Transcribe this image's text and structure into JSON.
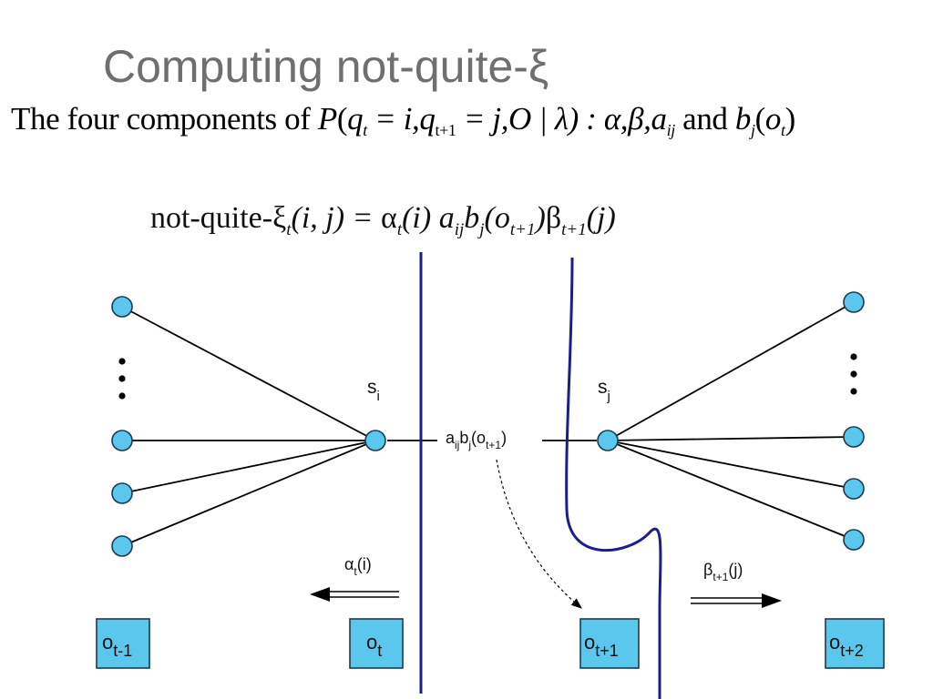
{
  "slide": {
    "title": "Computing not-quite-ξ",
    "subtitle": {
      "prefix": "The four components of ",
      "P": "P",
      "q": "q",
      "t": "t",
      "eq_i": " = i,",
      "t1": "t+1",
      "eq_j": " = j,O | λ) :  ",
      "greek": "α,β,a",
      "ij": "ij",
      "and": " and ",
      "b": "b",
      "j": "j",
      "o": "o",
      "close": ")"
    },
    "formula": {
      "lhs": "not-quite-ξ",
      "lhs_sub": "t",
      "args": "(i, j) = ",
      "alpha": "α",
      "alpha_sub": "t",
      "alpha_arg": "(i) ",
      "a": "a",
      "a_sub": "ij",
      "b": "b",
      "b_sub": "j",
      "b_arg_open": "(o",
      "b_arg_sub": "t+1",
      "b_arg_close": ")",
      "beta": "β",
      "beta_sub": "t+1",
      "beta_arg": "(j)"
    }
  },
  "diagram": {
    "colors": {
      "node_fill": "#5cc7ec",
      "node_stroke": "#1b3a4f",
      "divider": "#1d1d8c",
      "edge": "#000000",
      "box_fill": "#5cc7ec"
    },
    "node_labels": {
      "si_base": "s",
      "si_sub": "i",
      "sj_base": "s",
      "sj_sub": "j"
    },
    "edge_label": {
      "a": "a",
      "a_sub": "ij",
      "b": "b",
      "b_sub": "j",
      "open": "(o",
      "o_sub": "t+1",
      "close": ")"
    },
    "alpha_label": {
      "base": "α",
      "sub": "t",
      "arg": "(i)"
    },
    "beta_label": {
      "base": "β",
      "sub": "t+1",
      "arg": "(j)"
    },
    "observation_boxes": [
      {
        "base": "o",
        "sub": "t-1"
      },
      {
        "base": "o",
        "sub": "t"
      },
      {
        "base": "o",
        "sub": "t+1"
      },
      {
        "base": "o",
        "sub": "t+2"
      }
    ]
  }
}
